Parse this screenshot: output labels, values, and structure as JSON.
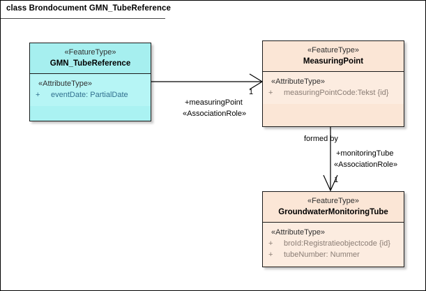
{
  "diagram": {
    "frame_label": "class Brondocument GMN_TubeReference",
    "colors": {
      "cyan_fill": "#AAF2F2",
      "peach_fill": "#FBE6D6",
      "border": "#1A1A1A",
      "line": "#000000",
      "cyan_text": "#31708F",
      "peach_text": "#8A7D75"
    }
  },
  "classes": [
    {
      "id": "gmn-tubereference",
      "stereotype": "«FeatureType»",
      "name": "GMN_TubeReference",
      "attribute_stereotype": "«AttributeType»",
      "attributes": [
        {
          "visibility": "+",
          "text": "eventDate: PartialDate"
        }
      ]
    },
    {
      "id": "measuringpoint",
      "stereotype": "«FeatureType»",
      "name": "MeasuringPoint",
      "attribute_stereotype": "«AttributeType»",
      "attributes": [
        {
          "visibility": "+",
          "text": "measuringPointCode:Tekst {id}"
        }
      ]
    },
    {
      "id": "groundwatermonitoringtube",
      "stereotype": "«FeatureType»",
      "name": "GroundwaterMonitoringTube",
      "attribute_stereotype": "«AttributeType»",
      "attributes": [
        {
          "visibility": "+",
          "text": "broId:Registratieobjectcode {id}"
        },
        {
          "visibility": "+",
          "text": "tubeNumber: Nummer"
        }
      ]
    }
  ],
  "associations": [
    {
      "id": "tuberef-to-measuringpoint",
      "source": "GMN_TubeReference",
      "target": "MeasuringPoint",
      "multiplicity": "1",
      "role": "+measuringPoint",
      "role_stereotype": "«AssociationRole»"
    },
    {
      "id": "measuringpoint-to-tube",
      "source": "MeasuringPoint",
      "target": "GroundwaterMonitoringTube",
      "name": "formed by",
      "multiplicity": "1",
      "role": "+monitoringTube",
      "role_stereotype": "«AssociationRole»"
    }
  ]
}
